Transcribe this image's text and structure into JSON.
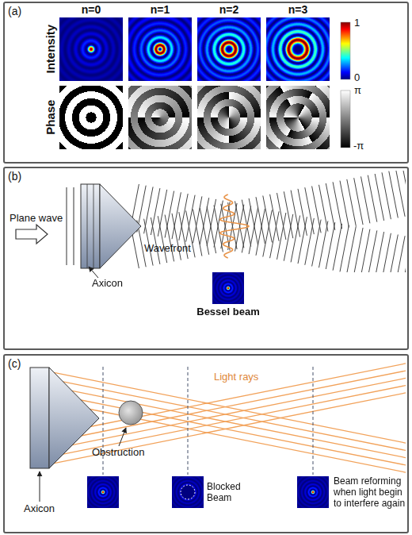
{
  "diagram": {
    "nodes": [
      {
        "text": [
          "(a)"
        ]
      },
      {
        "text": [
          "(b)"
        ]
      },
      {
        "text": [
          "(c)"
        ]
      }
    ],
    "labels": [
      "n=0",
      "n=1",
      "n=2",
      "n=3",
      "Intensity",
      "Phase",
      "1",
      "0",
      "π",
      "-π",
      "Plane wave",
      "Wavefront",
      "Axicon",
      "Bessel beam",
      "Light rays",
      "Obstruction",
      "Axicon",
      "Blocked Beam",
      "Beam reforming when light begin to interfere again"
    ]
  }
}
